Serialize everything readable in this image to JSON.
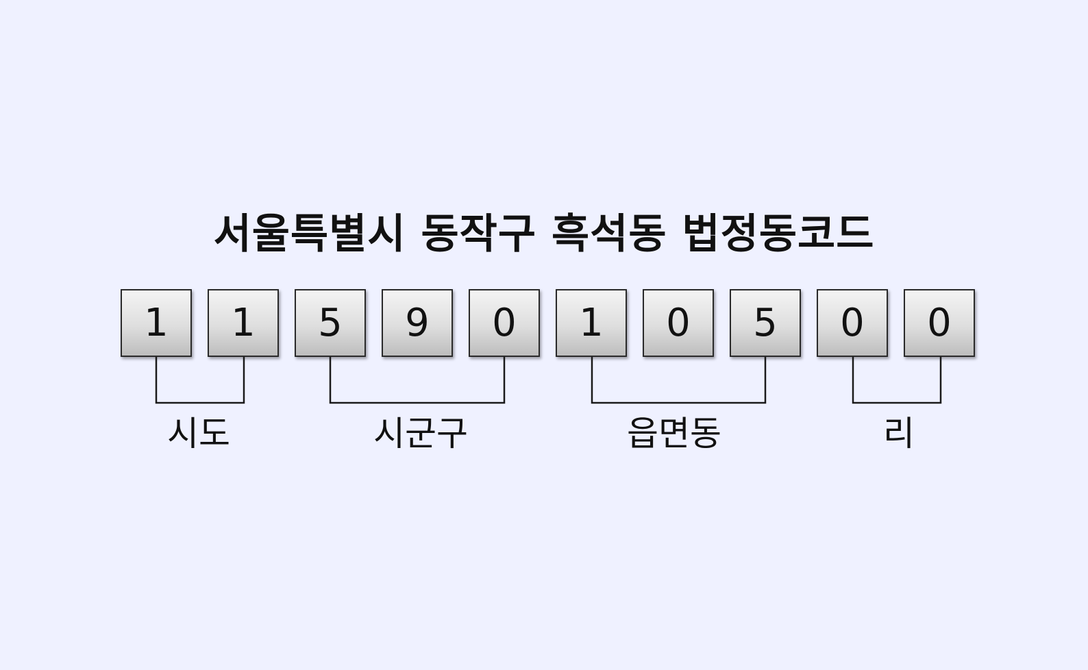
{
  "title": "서울특별시 동작구 흑석동 법정동코드",
  "digits": [
    "1",
    "1",
    "5",
    "9",
    "0",
    "1",
    "0",
    "5",
    "0",
    "0"
  ],
  "groups": [
    {
      "label": "시도",
      "from": 0,
      "to": 1
    },
    {
      "label": "시군구",
      "from": 2,
      "to": 4
    },
    {
      "label": "읍면동",
      "from": 5,
      "to": 7
    },
    {
      "label": "리",
      "from": 8,
      "to": 9
    }
  ],
  "colors": {
    "background": "#eff1ff",
    "box_border": "#2a2a2a",
    "line": "#1a1a1a",
    "text": "#111111"
  }
}
